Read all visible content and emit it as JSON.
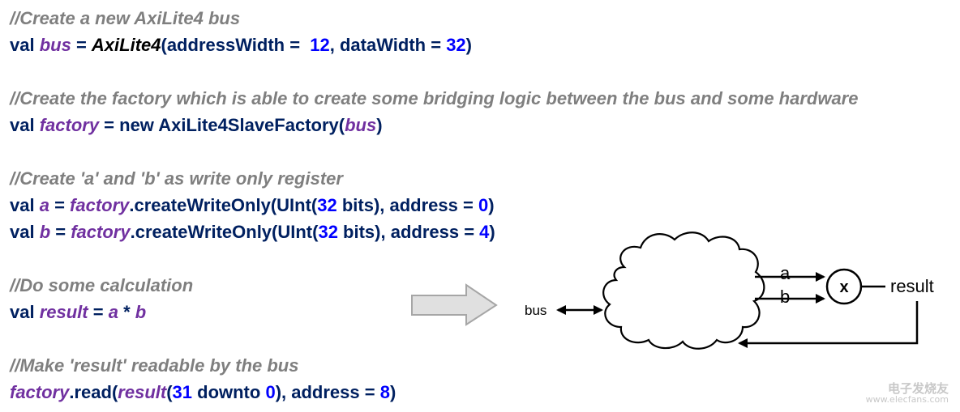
{
  "code": {
    "lines": [
      [
        {
          "t": "comment",
          "s": "//Create a new AxiLite4 bus"
        }
      ],
      [
        {
          "t": "kw",
          "s": "val "
        },
        {
          "t": "var",
          "s": "bus"
        },
        {
          "t": "plain",
          "s": " = "
        },
        {
          "t": "cls",
          "s": "AxiLite4"
        },
        {
          "t": "plain",
          "s": "(addressWidth =  "
        },
        {
          "t": "num",
          "s": "12"
        },
        {
          "t": "plain",
          "s": ", dataWidth = "
        },
        {
          "t": "num",
          "s": "32"
        },
        {
          "t": "plain",
          "s": ")"
        }
      ],
      [],
      [
        {
          "t": "comment",
          "s": "//Create the factory which is able to create some bridging logic between the bus and some hardware"
        }
      ],
      [
        {
          "t": "kw",
          "s": "val "
        },
        {
          "t": "var",
          "s": "factory"
        },
        {
          "t": "plain",
          "s": " = new AxiLite4SlaveFactory("
        },
        {
          "t": "var",
          "s": "bus"
        },
        {
          "t": "plain",
          "s": ")"
        }
      ],
      [],
      [
        {
          "t": "comment",
          "s": "//Create 'a' and 'b' as write only register"
        }
      ],
      [
        {
          "t": "kw",
          "s": "val "
        },
        {
          "t": "var",
          "s": "a"
        },
        {
          "t": "plain",
          "s": " = "
        },
        {
          "t": "var",
          "s": "factory"
        },
        {
          "t": "plain",
          "s": ".createWriteOnly(UInt("
        },
        {
          "t": "num",
          "s": "32"
        },
        {
          "t": "plain",
          "s": " bits), address = "
        },
        {
          "t": "num",
          "s": "0"
        },
        {
          "t": "plain",
          "s": ")"
        }
      ],
      [
        {
          "t": "kw",
          "s": "val "
        },
        {
          "t": "var",
          "s": "b"
        },
        {
          "t": "plain",
          "s": " = "
        },
        {
          "t": "var",
          "s": "factory"
        },
        {
          "t": "plain",
          "s": ".createWriteOnly(UInt("
        },
        {
          "t": "num",
          "s": "32"
        },
        {
          "t": "plain",
          "s": " bits), address = "
        },
        {
          "t": "num",
          "s": "4"
        },
        {
          "t": "plain",
          "s": ")"
        }
      ],
      [],
      [
        {
          "t": "comment",
          "s": "//Do some calculation"
        }
      ],
      [
        {
          "t": "kw",
          "s": "val "
        },
        {
          "t": "var",
          "s": "result"
        },
        {
          "t": "plain",
          "s": " = "
        },
        {
          "t": "var",
          "s": "a"
        },
        {
          "t": "plain",
          "s": " * "
        },
        {
          "t": "var",
          "s": "b"
        }
      ],
      [],
      [
        {
          "t": "comment",
          "s": "//Make 'result' readable by the bus"
        }
      ],
      [
        {
          "t": "var",
          "s": "factory"
        },
        {
          "t": "plain",
          "s": ".read("
        },
        {
          "t": "var",
          "s": "result"
        },
        {
          "t": "plain",
          "s": "("
        },
        {
          "t": "num",
          "s": "31"
        },
        {
          "t": "plain",
          "s": " downto "
        },
        {
          "t": "num",
          "s": "0"
        },
        {
          "t": "plain",
          "s": "), address = "
        },
        {
          "t": "num",
          "s": "8"
        },
        {
          "t": "plain",
          "s": ")"
        }
      ]
    ]
  },
  "diagram": {
    "bus_label": "bus",
    "a_label": "a",
    "b_label": "b",
    "multiplier_symbol": "x",
    "result_label": "result"
  },
  "watermark": {
    "cn": "电子发烧友",
    "url": "www.elecfans.com"
  },
  "colors": {
    "comment": "#7f7f7f",
    "keyword": "#002060",
    "variable": "#7030a0",
    "number": "#0000ff",
    "arrow_fill": "#e0e0e0",
    "arrow_stroke": "#a6a6a6"
  }
}
